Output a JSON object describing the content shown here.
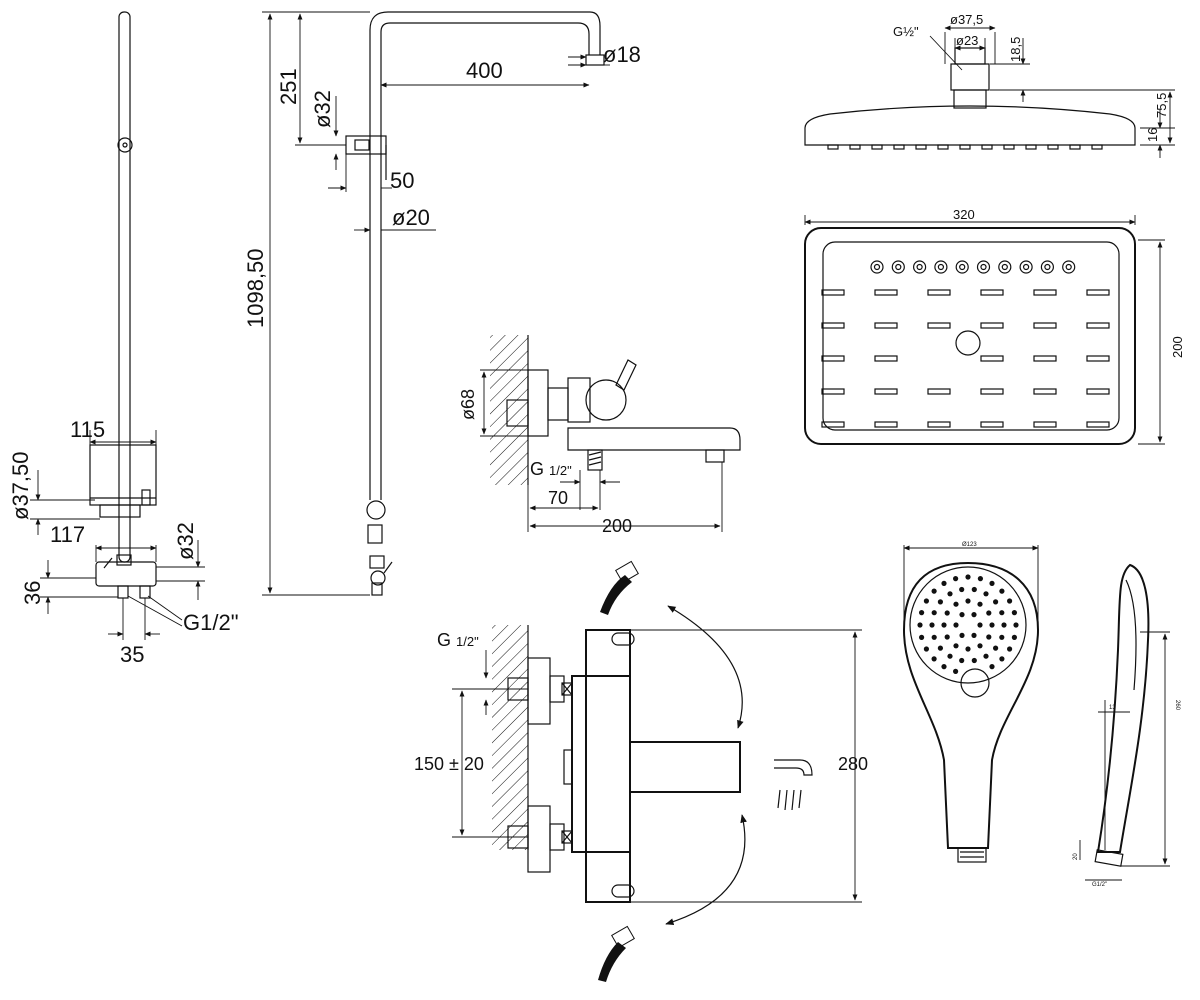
{
  "shower_column": {
    "height": "1098,50",
    "top_offset": "251",
    "arm_length": "400",
    "arm_diameter": "ø18",
    "holder_diameter": "ø32",
    "holder_offset": "50",
    "pipe_diameter": "ø20"
  },
  "mixer_side": {
    "diameter": "ø37,50",
    "width_top": "115",
    "width_bottom": "117",
    "diameter_small": "ø32",
    "height": "36",
    "thread": "G1/2\"",
    "spacing": "35"
  },
  "spout": {
    "flange": "ø68",
    "thread": "G",
    "thread_fraction": "1/2\"",
    "offset": "70",
    "length": "200"
  },
  "mixer_front": {
    "thread": "G",
    "thread_fraction": "1/2\"",
    "centers": "150 ± 20",
    "height": "280"
  },
  "rain_head": {
    "thread": "G½\"",
    "outer_diameter": "ø37,5",
    "inner_diameter": "ø23",
    "connector_height": "18,5",
    "total_height": "75,5",
    "plate_height": "16",
    "width": "320",
    "depth": "200"
  },
  "hand_shower": {
    "diameter": "Ø123",
    "length": "260",
    "handle": "13",
    "neck": "20",
    "thread": "G1/2\""
  }
}
